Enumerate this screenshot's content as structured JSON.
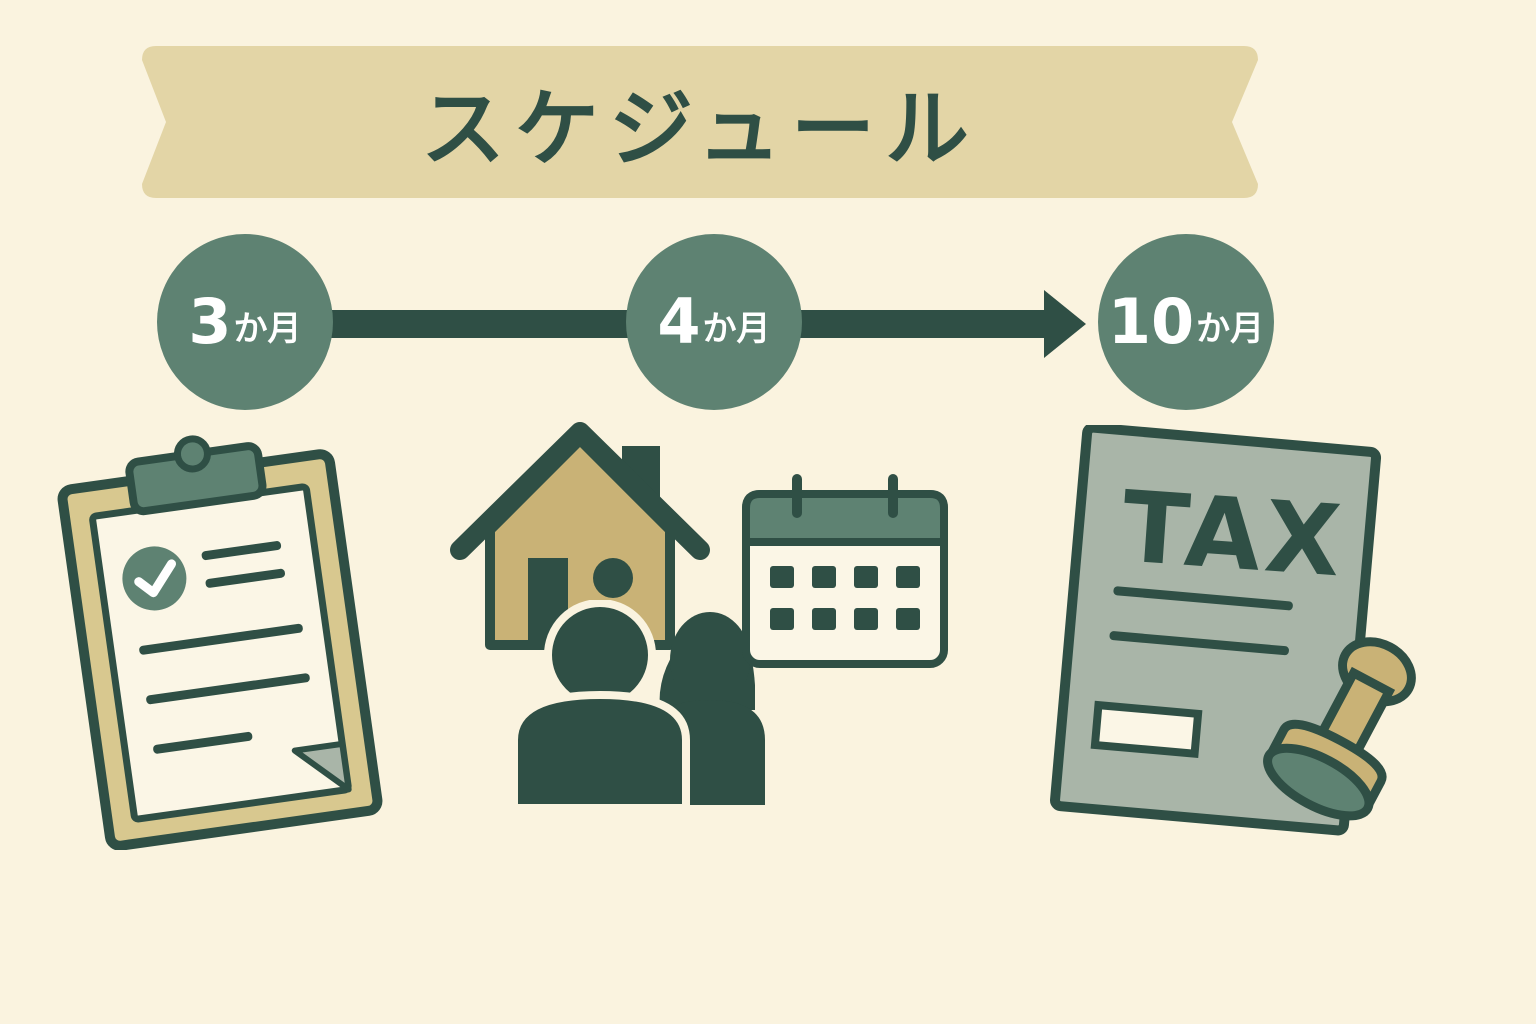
{
  "header": {
    "title": "スケジュール"
  },
  "timeline": {
    "steps": [
      {
        "number": "3",
        "unit": "か月"
      },
      {
        "number": "4",
        "unit": "か月"
      },
      {
        "number": "10",
        "unit": "か月"
      }
    ]
  },
  "icons": {
    "step1": "clipboard-checklist-icon",
    "step2_house": "house-icon",
    "step2_people": "family-icon",
    "step2_calendar": "calendar-icon",
    "step3_document": "tax-document-icon",
    "step3_stamp": "stamp-icon"
  },
  "tax_document": {
    "label": "TAX"
  },
  "colors": {
    "background": "#faf3df",
    "banner": "#e3d5a6",
    "primary_dark": "#2f4f45",
    "circle": "#5e8272",
    "gold": "#c9b276",
    "paper": "#fbf6e6",
    "gray_doc": "#a9b5a8"
  }
}
